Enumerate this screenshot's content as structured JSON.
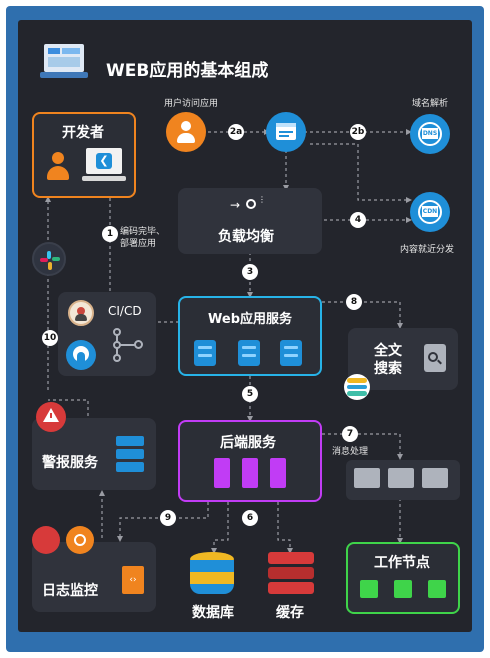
{
  "title": "WEB应用的基本组成",
  "nodes": {
    "developer": "开发者",
    "user_access": "用户访问应用",
    "dns": "域名解析",
    "cdn": "内容就近分发",
    "load_balancer": "负载均衡",
    "cicd": "CI/CD",
    "web_service": "Web应用服务",
    "search": "全文\n搜索",
    "search_line1": "全文",
    "search_line2": "搜索",
    "alert": "警报服务",
    "backend": "后端服务",
    "message": "消息处理",
    "log": "日志监控",
    "database": "数据库",
    "cache": "缓存",
    "worker": "工作节点",
    "coding": "编码完毕、\n部署应用",
    "coding_line1": "编码完毕、",
    "coding_line2": "部署应用",
    "dns_icon_text": "DNS",
    "cdn_icon_text": "CDN"
  },
  "steps": [
    "2a",
    "2b",
    "1",
    "4",
    "3",
    "8",
    "10",
    "5",
    "7",
    "9",
    "6"
  ],
  "colors": {
    "background": "#23252c",
    "frame": "#2f6fae",
    "orange_border": "#f0841f",
    "blue_border": "#27b3e8",
    "purple_border": "#c13cf5",
    "green_border": "#3fd44a",
    "blue_icon": "#1f8fd8"
  }
}
